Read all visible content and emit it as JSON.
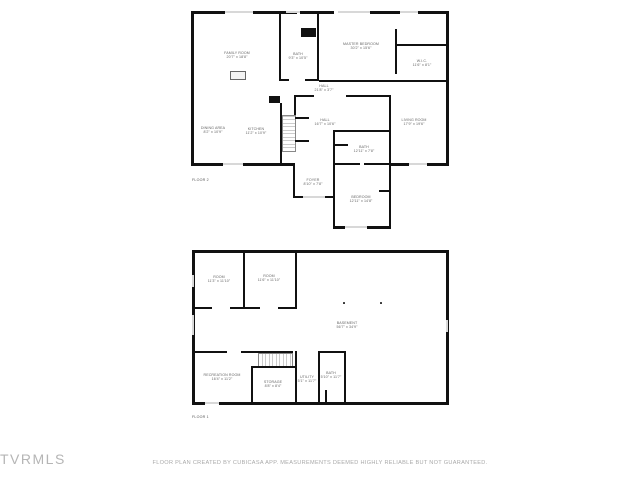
{
  "floors": [
    {
      "label": "FLOOR 2",
      "rooms": [
        {
          "name": "FAMILY ROOM",
          "dims": "20'7\" x 18'8\""
        },
        {
          "name": "BATH",
          "dims": "9'3\" x 10'5\""
        },
        {
          "name": "MASTER BEDROOM",
          "dims": "30'2\" x 15'6\""
        },
        {
          "name": "W.I.C.",
          "dims": "11'6\" x 8'1\""
        },
        {
          "name": "HALL",
          "dims": "21'8\" x 3'7\""
        },
        {
          "name": "HALL",
          "dims": "16'7\" x 10'6\""
        },
        {
          "name": "DINING AREA",
          "dims": "8'2\" x 10'9\""
        },
        {
          "name": "KITCHEN",
          "dims": "11'2\" x 10'9\""
        },
        {
          "name": "LIVING ROOM",
          "dims": "17'9\" x 19'6\""
        },
        {
          "name": "BATH",
          "dims": "12'11\" x 7'8\""
        },
        {
          "name": "FOYER",
          "dims": "8'10\" x 7'8\""
        },
        {
          "name": "BEDROOM",
          "dims": "12'11\" x 14'8\""
        }
      ]
    },
    {
      "label": "FLOOR 1",
      "rooms": [
        {
          "name": "ROOM",
          "dims": "11'3\" x 11'10\""
        },
        {
          "name": "ROOM",
          "dims": "11'6\" x 11'10\""
        },
        {
          "name": "BASEMENT",
          "dims": "56'7\" x 34'9\""
        },
        {
          "name": "RECREATION ROOM",
          "dims": "16'4\" x 11'2\""
        },
        {
          "name": "STORAGE",
          "dims": "8'8\" x 8'4\""
        },
        {
          "name": "UTILITY",
          "dims": "5'1\" x 11'7\""
        },
        {
          "name": "BATH",
          "dims": "5'10\" x 11'7\""
        }
      ]
    }
  ],
  "footer": {
    "disclaimer": "FLOOR PLAN CREATED BY CUBICASA APP. MEASUREMENTS DEEMED HIGHLY RELIABLE BUT NOT GUARANTEED.",
    "watermark": "TVRMLS"
  }
}
